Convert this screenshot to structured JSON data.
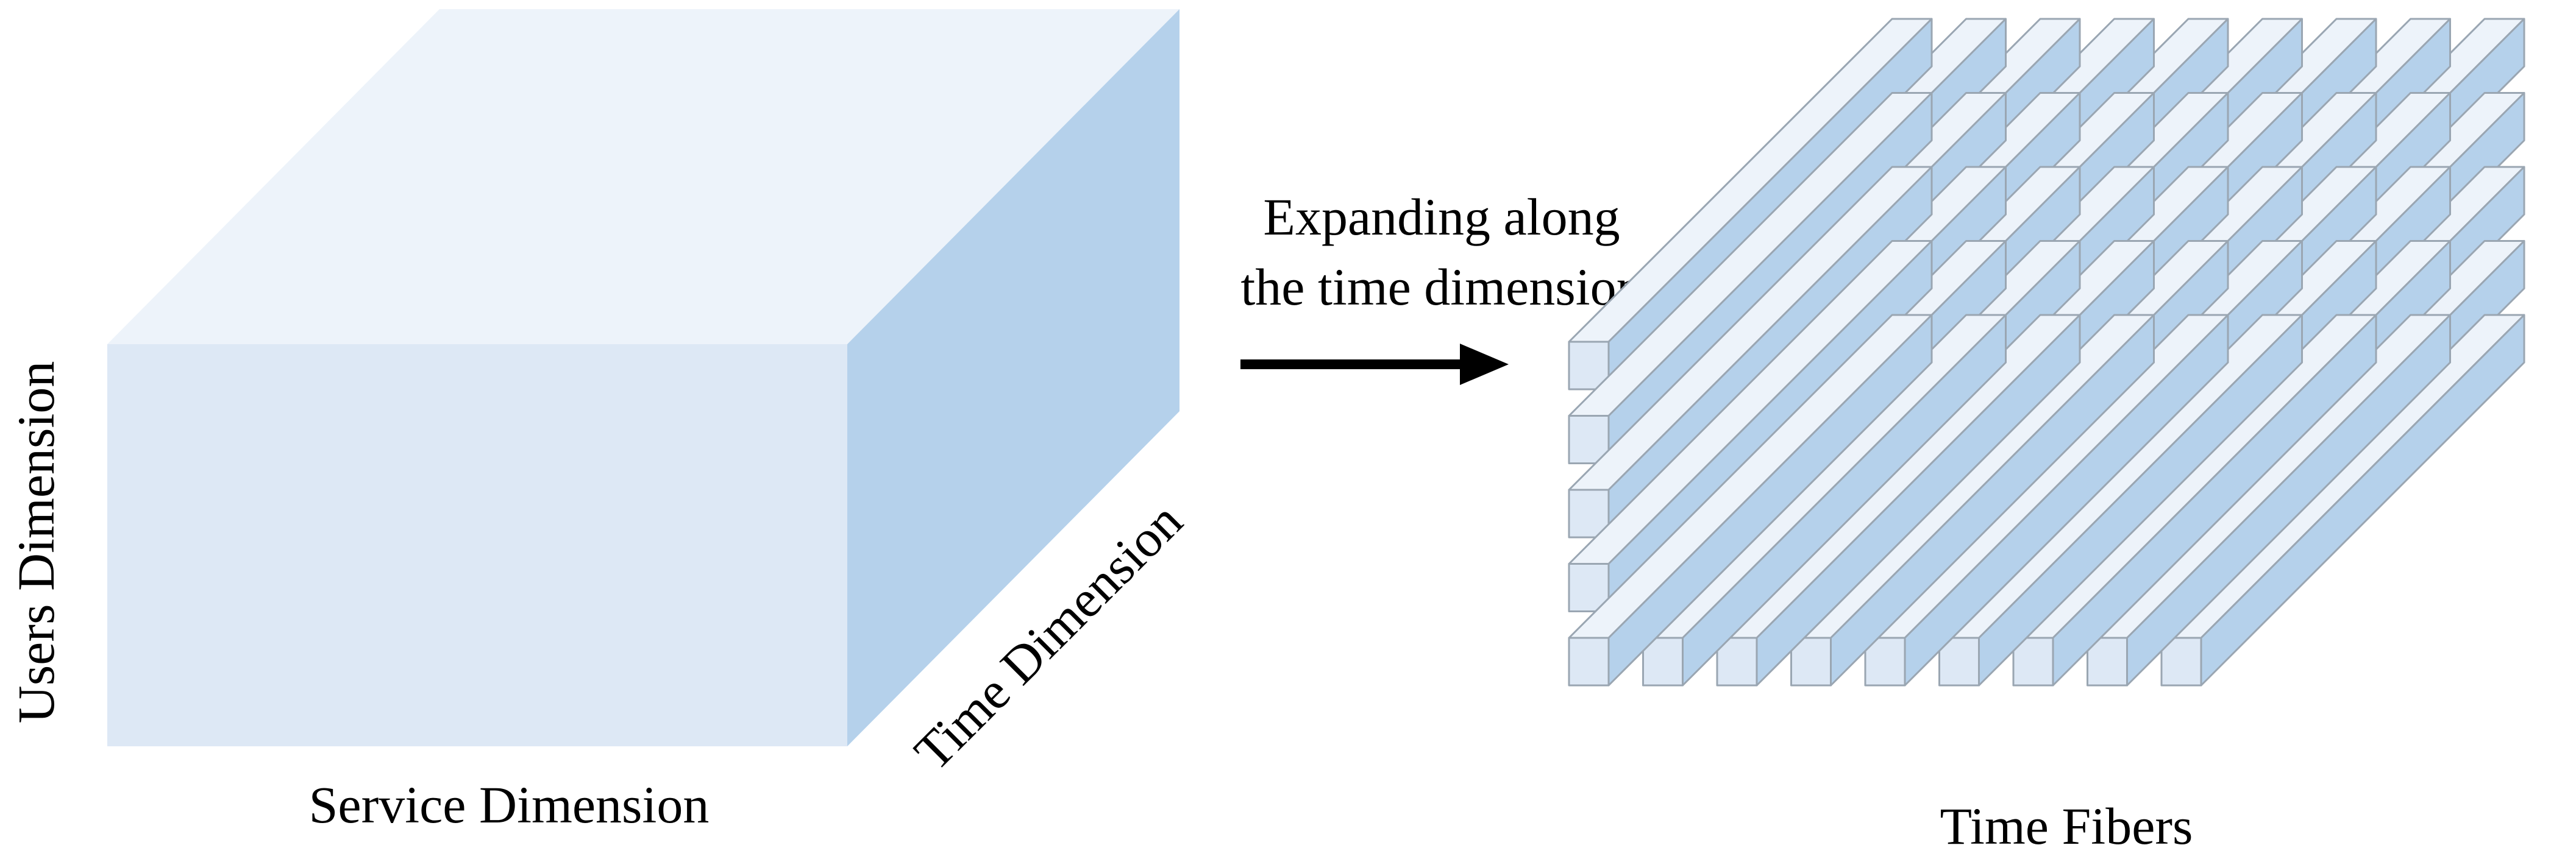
{
  "labels": {
    "users_dimension": "Users Dimension",
    "service_dimension": "Service Dimension",
    "time_dimension": "Time Dimension",
    "arrow_caption_line1": "Expanding along",
    "arrow_caption_line2": "the time dimension",
    "time_fibers": "Time Fibers"
  },
  "colors": {
    "front_face": "#DDE8F5",
    "top_face": "#EDF3FA",
    "side_face": "#B5D1EB",
    "edge": "#9AA6B2",
    "arrow": "#000000"
  },
  "fiber_grid": {
    "rows": 5,
    "columns": 9
  }
}
